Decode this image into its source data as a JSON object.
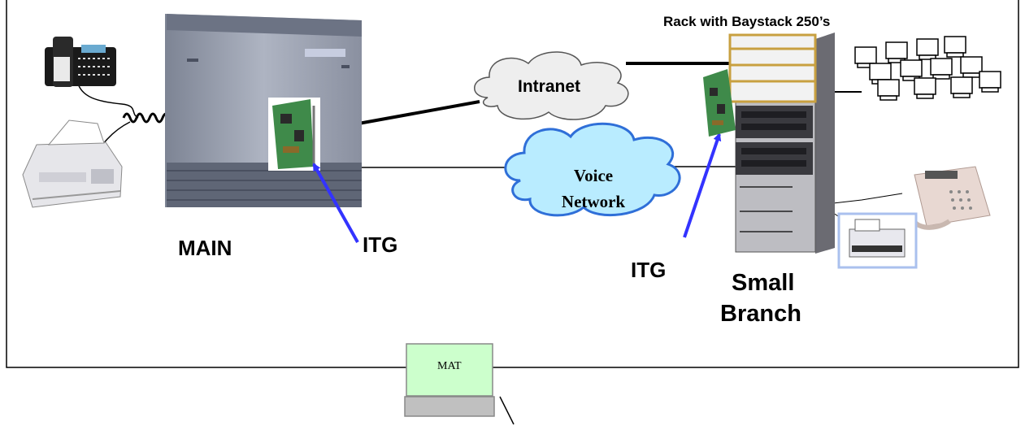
{
  "labels": {
    "rack": "Rack with Baystack 250’s",
    "intranet": "Intranet",
    "voice_line1": "Voice",
    "voice_line2": "Network",
    "main": "MAIN",
    "itg_left": "ITG",
    "itg_right": "ITG",
    "branch_line1": "Small",
    "branch_line2": "Branch",
    "mat": "MAT"
  },
  "colors": {
    "arrow": "#3333ff",
    "cloud_intranet_fill": "#eeeeee",
    "cloud_voice_fill": "#b9ecff",
    "cloud_voice_stroke": "#2f6fd8",
    "mat_screen": "#ccffcc",
    "rack_rail": "#c8a040"
  },
  "icons": [
    "office-telephone-icon",
    "fax-machine-icon",
    "pbx-cabinet-icon",
    "itg-card-icon",
    "server-rack-icon",
    "computer-cluster-icon",
    "desk-phone-icon",
    "printer-icon",
    "mat-terminal-icon"
  ]
}
